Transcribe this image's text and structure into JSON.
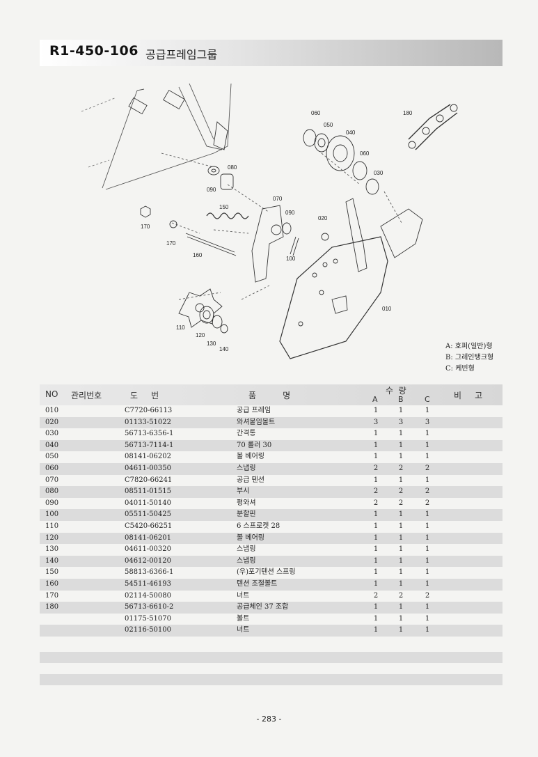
{
  "header": {
    "code": "R1-450-106",
    "title": "공급프레임그룹"
  },
  "callouts": [
    "060",
    "050",
    "040",
    "060",
    "030",
    "180",
    "080",
    "090",
    "070",
    "150",
    "090",
    "020",
    "170",
    "170",
    "160",
    "100",
    "010",
    "110",
    "120",
    "130",
    "140"
  ],
  "legend": [
    "A: 호퍼(일반)형",
    "B: 그레인탱크형",
    "C: 케빈형"
  ],
  "table": {
    "headers": {
      "no": "NO",
      "mgmt": "관리번호",
      "dwg": "도     번",
      "name": "품          명",
      "qty": "수  량",
      "a": "A",
      "b": "B",
      "c": "C",
      "note": "비     고"
    },
    "rows": [
      {
        "no": "010",
        "dwg": "C7720-66113",
        "name": "공급 프레임",
        "a": "1",
        "b": "1",
        "c": "1"
      },
      {
        "no": "020",
        "dwg": "01133-51022",
        "name": "와셔붙임볼트",
        "a": "3",
        "b": "3",
        "c": "3"
      },
      {
        "no": "030",
        "dwg": "56713-6356-1",
        "name": "간격통",
        "a": "1",
        "b": "1",
        "c": "1"
      },
      {
        "no": "040",
        "dwg": "56713-7114-1",
        "name": "70 롤러 30",
        "a": "1",
        "b": "1",
        "c": "1"
      },
      {
        "no": "050",
        "dwg": "08141-06202",
        "name": "볼 베어링",
        "a": "1",
        "b": "1",
        "c": "1"
      },
      {
        "no": "060",
        "dwg": "04611-00350",
        "name": "스냅링",
        "a": "2",
        "b": "2",
        "c": "2"
      },
      {
        "no": "070",
        "dwg": "C7820-66241",
        "name": "공급 텐션",
        "a": "1",
        "b": "1",
        "c": "1"
      },
      {
        "no": "080",
        "dwg": "08511-01515",
        "name": "부시",
        "a": "2",
        "b": "2",
        "c": "2"
      },
      {
        "no": "090",
        "dwg": "04011-50140",
        "name": "평와셔",
        "a": "2",
        "b": "2",
        "c": "2"
      },
      {
        "no": "100",
        "dwg": "05511-50425",
        "name": "분할핀",
        "a": "1",
        "b": "1",
        "c": "1"
      },
      {
        "no": "110",
        "dwg": "C5420-66251",
        "name": "6 스프로켓 28",
        "a": "1",
        "b": "1",
        "c": "1"
      },
      {
        "no": "120",
        "dwg": "08141-06201",
        "name": "볼 베어링",
        "a": "1",
        "b": "1",
        "c": "1"
      },
      {
        "no": "130",
        "dwg": "04611-00320",
        "name": "스냅링",
        "a": "1",
        "b": "1",
        "c": "1"
      },
      {
        "no": "140",
        "dwg": "04612-00120",
        "name": "스냅링",
        "a": "1",
        "b": "1",
        "c": "1"
      },
      {
        "no": "150",
        "dwg": "58813-6366-1",
        "name": "(우)포기텐션 스프링",
        "a": "1",
        "b": "1",
        "c": "1"
      },
      {
        "no": "160",
        "dwg": "54511-46193",
        "name": "텐션 조절볼트",
        "a": "1",
        "b": "1",
        "c": "1"
      },
      {
        "no": "170",
        "dwg": "02114-50080",
        "name": "너트",
        "a": "2",
        "b": "2",
        "c": "2"
      },
      {
        "no": "180",
        "dwg": "56713-6610-2",
        "name": "공급체인 37 조합",
        "a": "1",
        "b": "1",
        "c": "1"
      },
      {
        "no": "",
        "dwg": "01175-51070",
        "name": "볼트",
        "a": "1",
        "b": "1",
        "c": "1"
      },
      {
        "no": "",
        "dwg": "02116-50100",
        "name": "너트",
        "a": "1",
        "b": "1",
        "c": "1"
      }
    ]
  },
  "page_number": "- 283 -"
}
